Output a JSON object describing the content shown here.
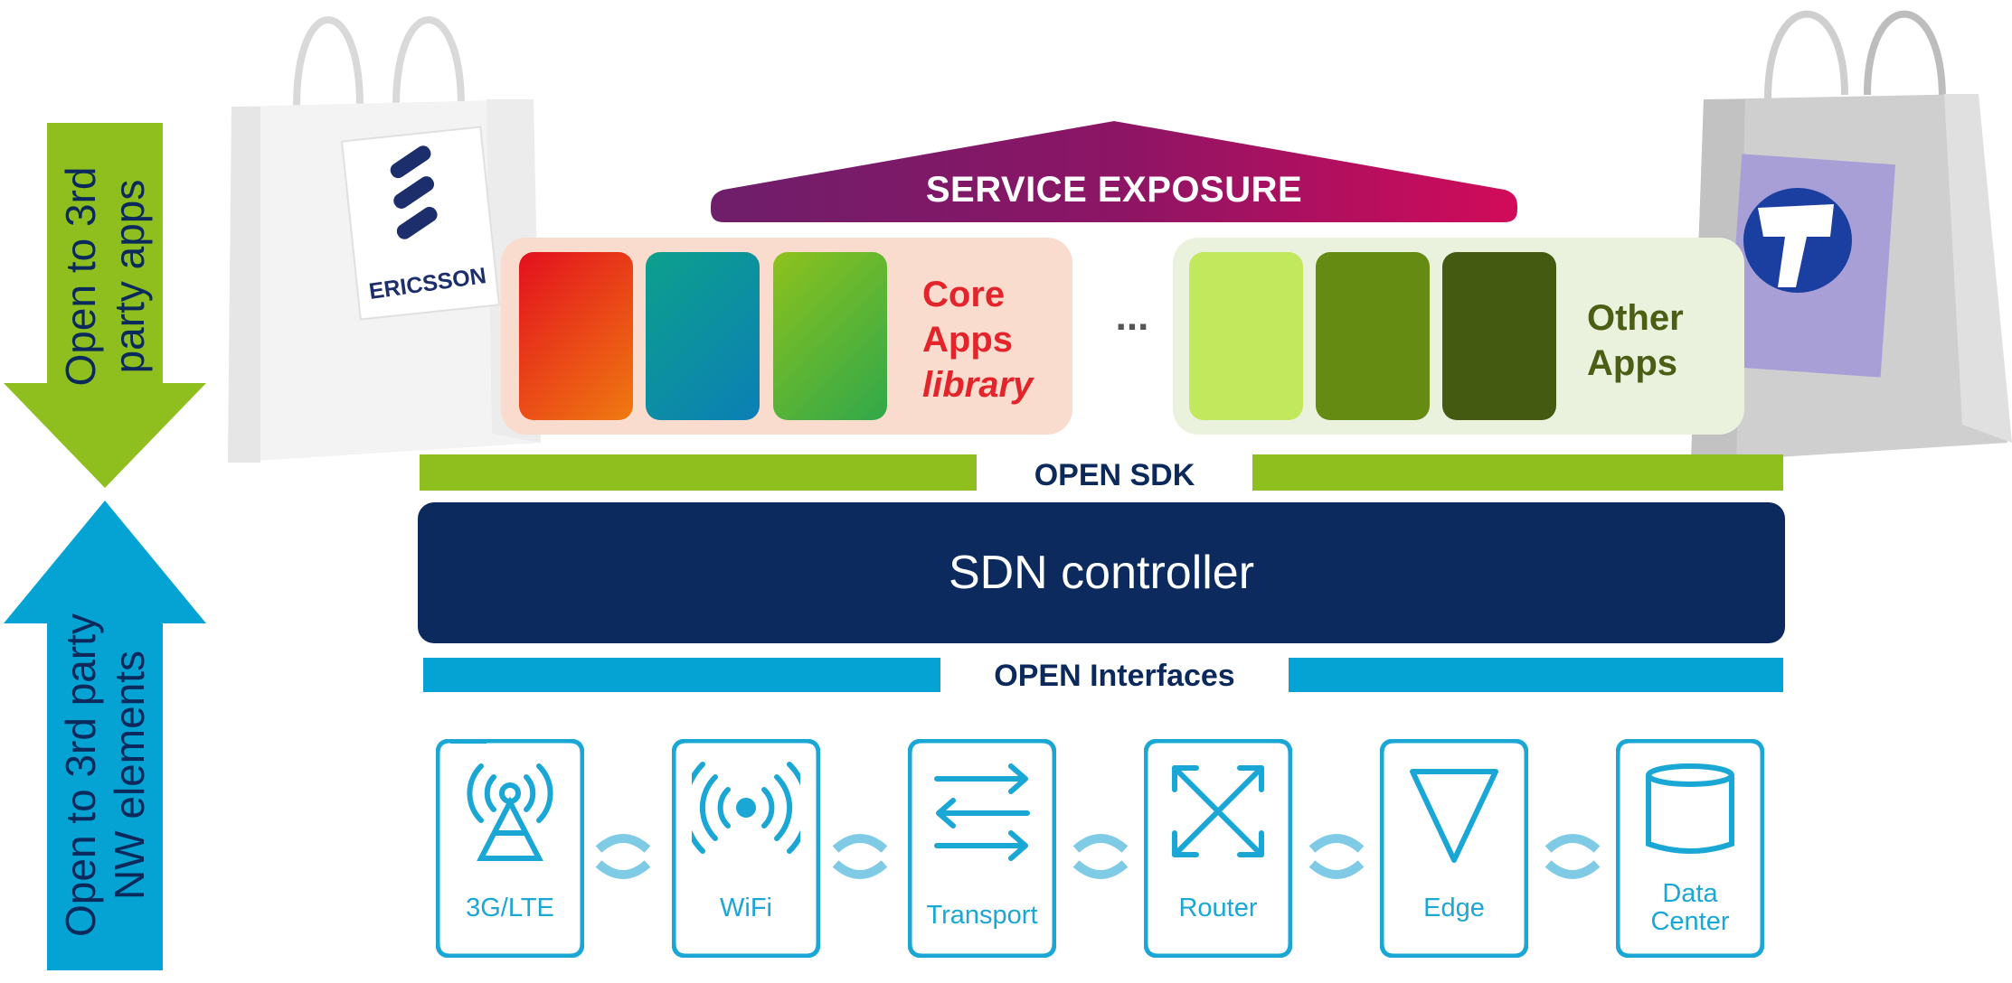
{
  "left_arrows": {
    "top_text_line1": "Open  to 3rd",
    "top_text_line2": "party apps",
    "bottom_text_line1": "Open  to 3rd party",
    "bottom_text_line2": "NW elements"
  },
  "bags": {
    "left_brand": "ERICSSON"
  },
  "service_exposure": {
    "label": "SERVICE EXPOSURE"
  },
  "core_panel": {
    "line1": "Core",
    "line2": "Apps",
    "line3": "library"
  },
  "ellipsis": "...",
  "other_panel": {
    "line1": "Other",
    "line2": "Apps"
  },
  "open_sdk": {
    "label": "OPEN SDK"
  },
  "sdn_controller": {
    "label": "SDN controller"
  },
  "open_interfaces": {
    "label": "OPEN Interfaces"
  },
  "nw_elements": [
    {
      "label": "3G/LTE",
      "icon": "cell-tower-icon"
    },
    {
      "label": "WiFi",
      "icon": "wifi-icon"
    },
    {
      "label": "Transport",
      "icon": "transport-arrows-icon"
    },
    {
      "label": "Router",
      "icon": "router-icon"
    },
    {
      "label": "Edge",
      "icon": "edge-triangle-icon"
    },
    {
      "label": "Data",
      "label2": "Center",
      "icon": "database-icon"
    }
  ],
  "colors": {
    "navy": "#0d2a5e",
    "green": "#8ebf1f",
    "cyan": "#04a3d3",
    "core_label": "#e3252b",
    "other_label": "#4a5e14",
    "icon_blue": "#1aa7d6"
  }
}
